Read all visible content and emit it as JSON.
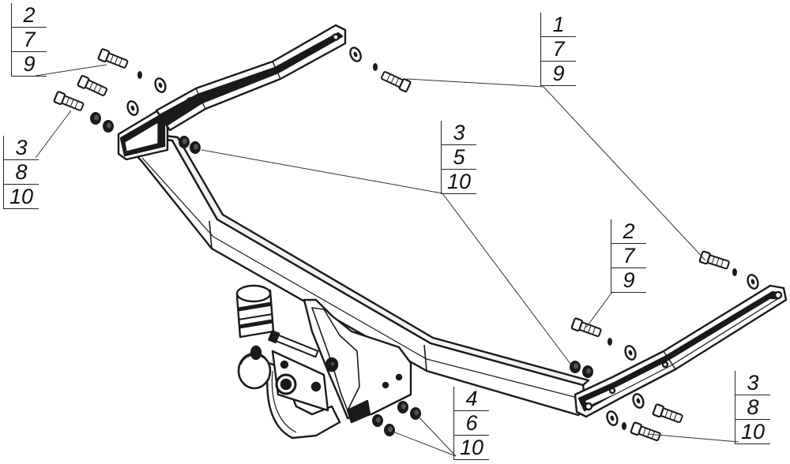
{
  "callouts": [
    {
      "id": "top-left",
      "lines": [
        "2",
        "7",
        "9"
      ]
    },
    {
      "id": "left-middle",
      "lines": [
        "3",
        "8",
        "10"
      ]
    },
    {
      "id": "top-right",
      "lines": [
        "1",
        "7",
        "9"
      ]
    },
    {
      "id": "center",
      "lines": [
        "3",
        "5",
        "10"
      ]
    },
    {
      "id": "right-middle",
      "lines": [
        "2",
        "7",
        "9"
      ]
    },
    {
      "id": "bottom-center",
      "lines": [
        "4",
        "6",
        "10"
      ]
    },
    {
      "id": "bottom-right",
      "lines": [
        "3",
        "8",
        "10"
      ]
    }
  ],
  "colors": {
    "line": "#1a1a1a",
    "fill": "#ffffff",
    "shade": "#cfcfcf"
  }
}
